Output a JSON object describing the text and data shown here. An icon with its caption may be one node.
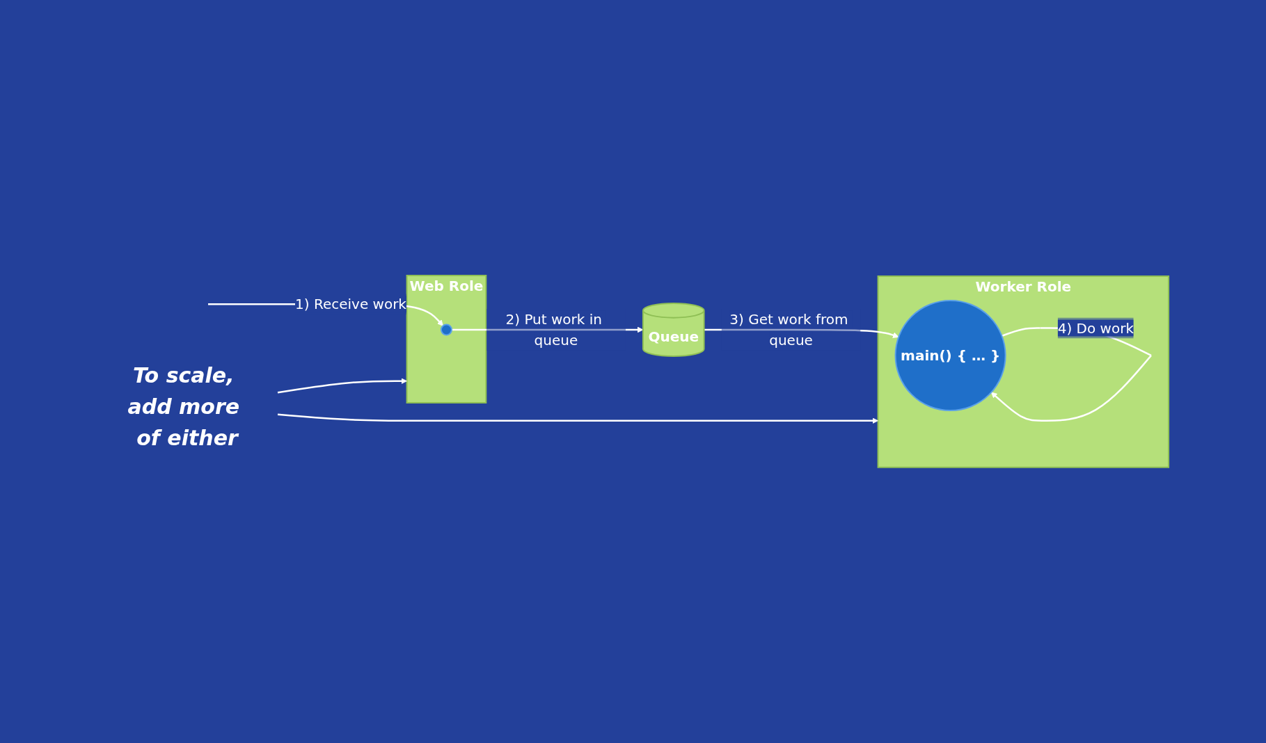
{
  "diagram": {
    "nodes": [
      {
        "text": [
          "To scale, add more of either"
        ]
      },
      {
        "text": [
          "Web Role"
        ]
      },
      {
        "text": [],
        "shape": "circle",
        "in": 1
      },
      {
        "text": [
          "Worker Role"
        ]
      },
      {
        "text": [
          "main() { … }"
        ],
        "in": 3
      },
      {
        "text": [
          "Queue"
        ]
      }
    ],
    "edges": [
      {
        "from": 0,
        "to": 1,
        "arrow": "to"
      },
      {
        "from": 0,
        "to": 3,
        "arrow": "to"
      },
      {
        "from": null,
        "to": 2,
        "label": "1) Receive work",
        "arrow": "to"
      },
      {
        "from": 2,
        "to": 5,
        "label": "2) Put work in queue",
        "arrow": "to"
      },
      {
        "from": 5,
        "to": 4,
        "label": "3) Get work from queue",
        "arrow": "to"
      },
      {
        "from": 4,
        "to": 4,
        "label": "4) Do work",
        "arrow": "to"
      }
    ]
  }
}
